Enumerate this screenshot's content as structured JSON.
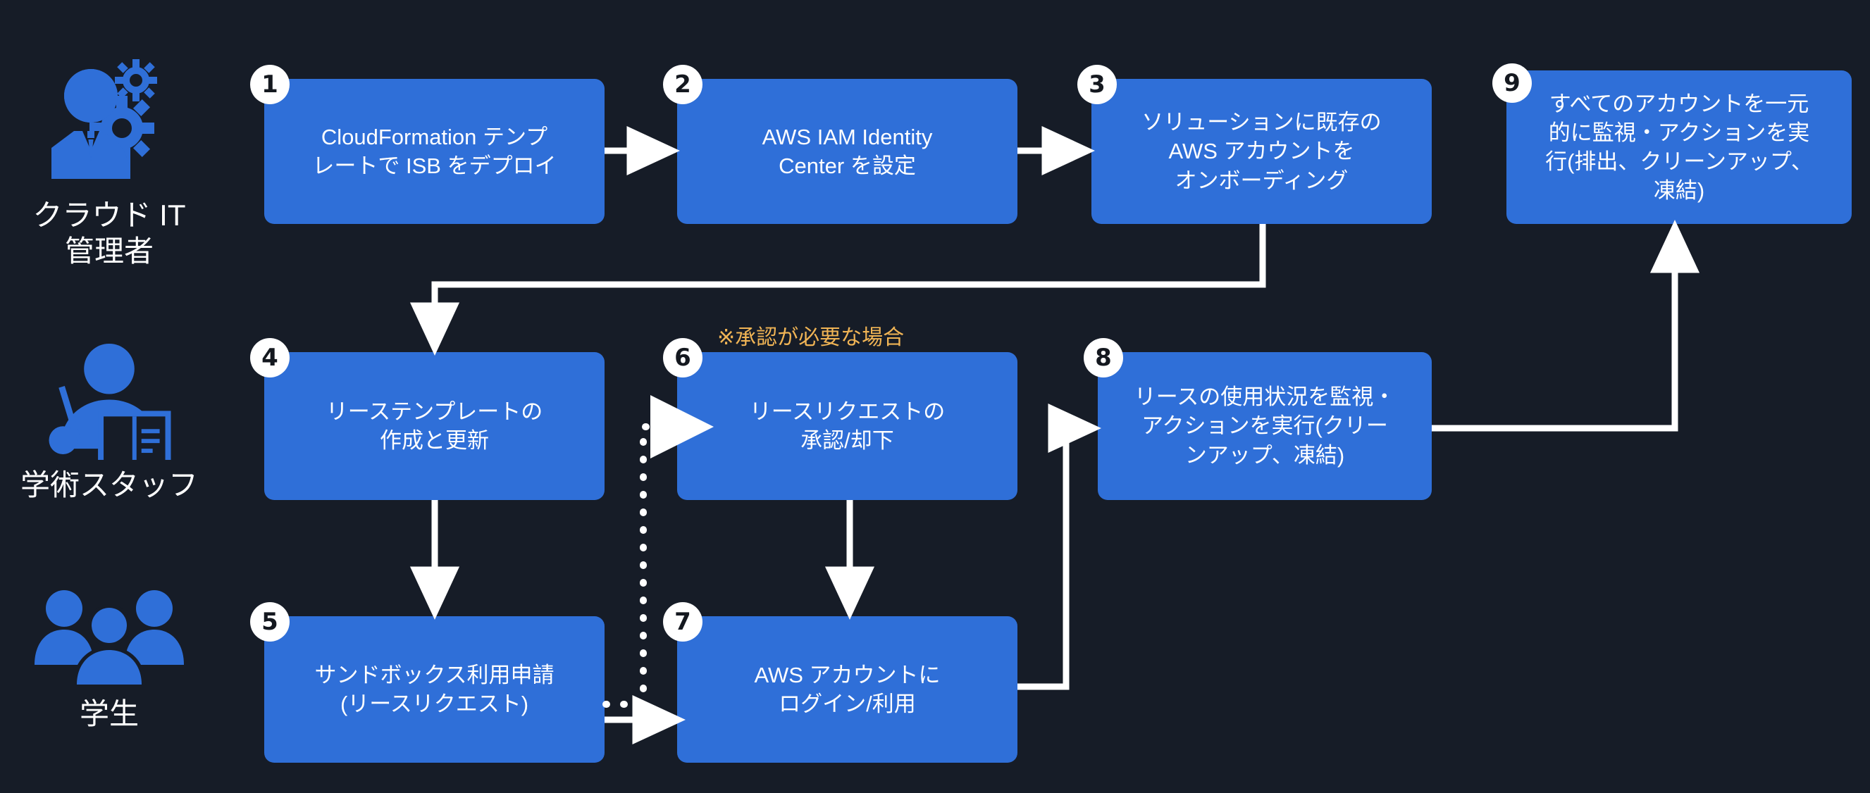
{
  "diagram": {
    "title_present": false,
    "background_color": "#161c27",
    "node_color": "#2f6fd8",
    "badge_color": "#ffffff",
    "connector_color": "#ffffff",
    "note_color": "#f0b455"
  },
  "actors": [
    {
      "icon": "admin-with-gears-icon",
      "caption": "クラウド IT\n管理者"
    },
    {
      "icon": "teacher-with-pointer-and-book-icon",
      "caption": "学術スタッフ"
    },
    {
      "icon": "students-group-icon",
      "caption": "学生"
    }
  ],
  "nodes": [
    {
      "number": "1",
      "label": "CloudFormation テンプ\nレートで ISB をデプロイ"
    },
    {
      "number": "2",
      "label": "AWS IAM Identity\nCenter を設定"
    },
    {
      "number": "3",
      "label": "ソリューションに既存の\nAWS アカウントを\nオンボーディング"
    },
    {
      "number": "4",
      "label": "リーステンプレートの\n作成と更新"
    },
    {
      "number": "5",
      "label": "サンドボックス利用申請\n(リースリクエスト)"
    },
    {
      "number": "6",
      "label": "リースリクエストの\n承認/却下"
    },
    {
      "number": "7",
      "label": "AWS アカウントに\nログイン/利用"
    },
    {
      "number": "8",
      "label": "リースの使用状況を監視・\nアクションを実行(クリー\nンアップ、凍結)"
    },
    {
      "number": "9",
      "label": "すべてのアカウントを一元\n的に監視・アクションを実\n行(排出、クリーンアップ、\n凍結)"
    }
  ],
  "notes": [
    {
      "text": "※承認が必要な場合"
    }
  ]
}
